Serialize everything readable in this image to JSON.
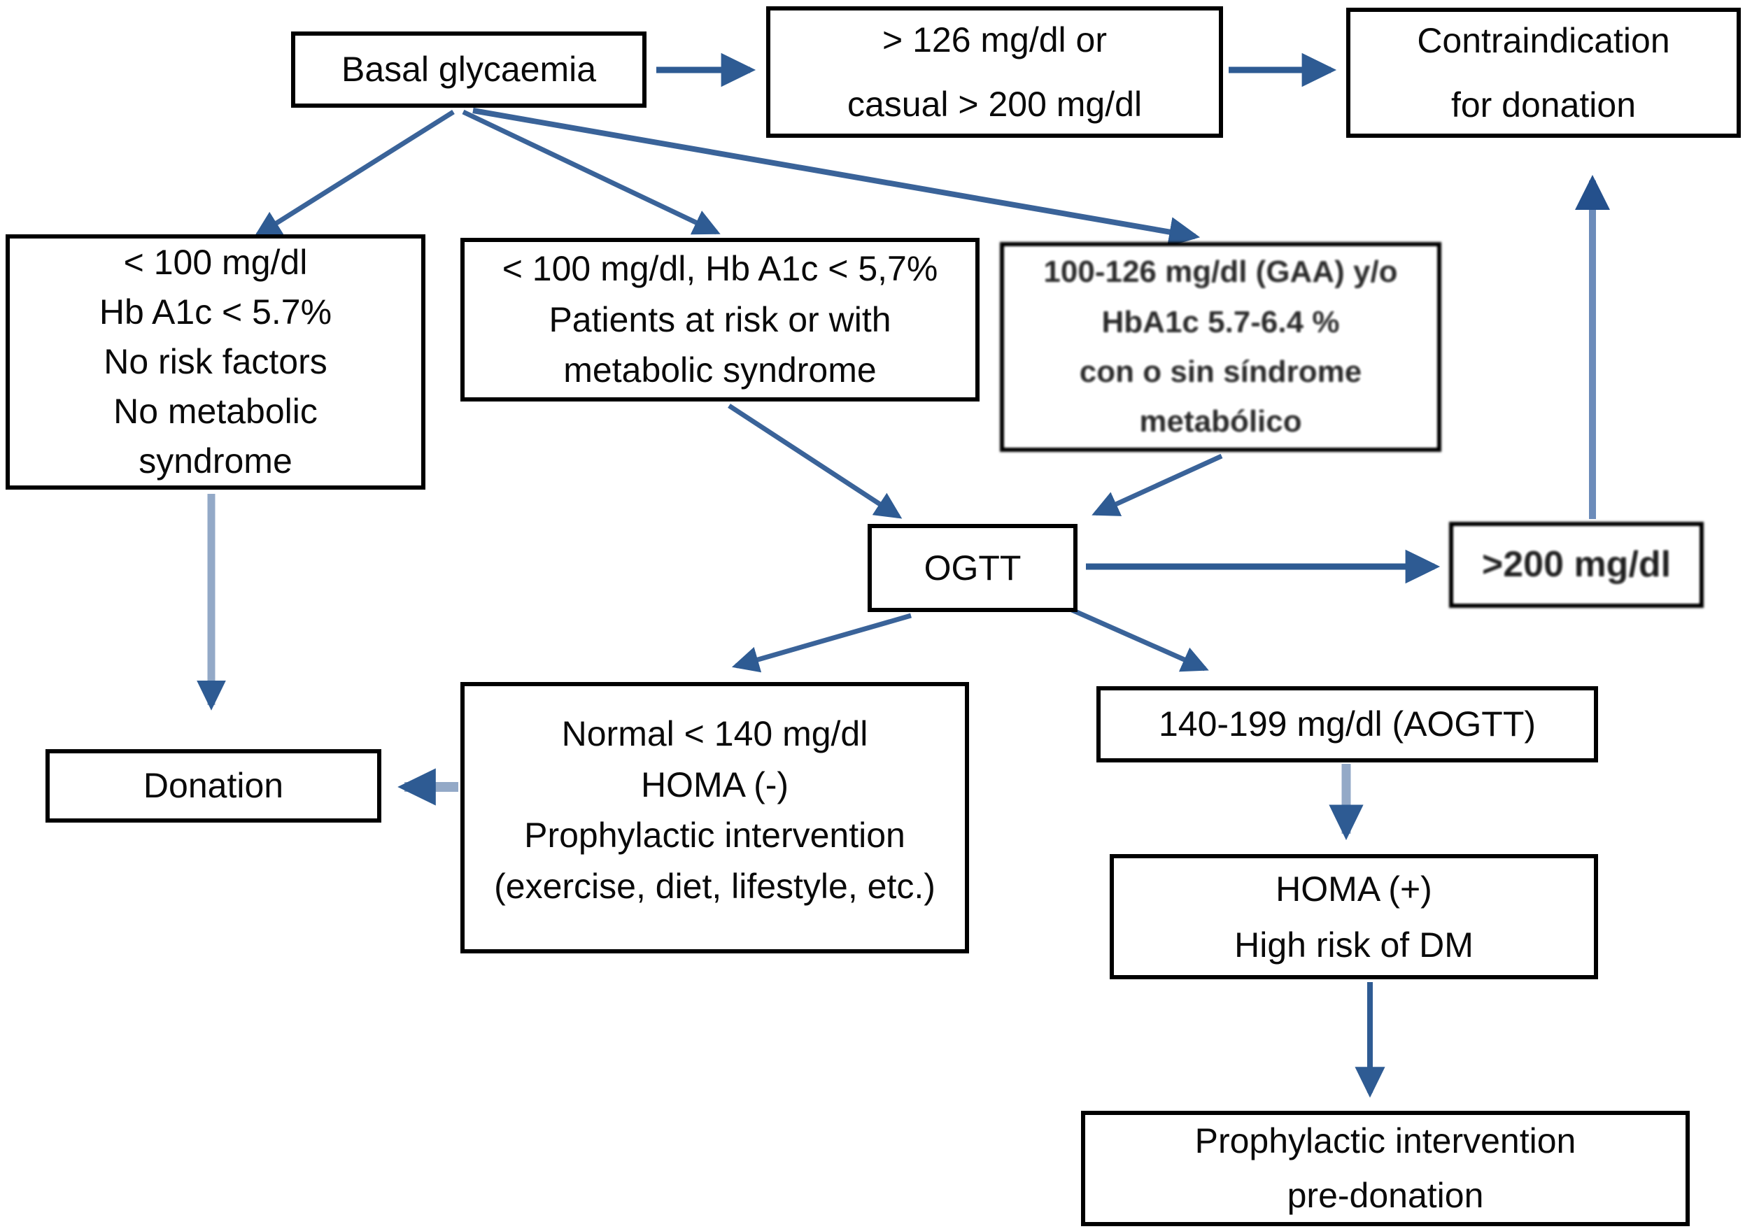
{
  "diagram": {
    "description": "Flowchart of basal glycaemia screening for donation eligibility",
    "colors": {
      "box_border": "#000000",
      "box_fill": "#ffffff",
      "arrow_dark": "#2e5b93",
      "arrow_light": "#93a9c7",
      "arrow_medium": "#6c8cba",
      "text": "#0a0a0a"
    },
    "nodes": {
      "basal": {
        "text": "Basal glycaemia"
      },
      "high_glycaemia": {
        "text": "> 126 mg/dl or\ncasual > 200 mg/dl"
      },
      "contraindication": {
        "text": "Contraindication\nfor donation"
      },
      "normal_no_risk": {
        "text": "< 100 mg/dl\nHb A1c < 5.7%\nNo risk factors\nNo metabolic\nsyndrome"
      },
      "normal_at_risk": {
        "text": "< 100 mg/dl, Hb A1c < 5,7%\nPatients at risk or with\nmetabolic syndrome"
      },
      "impaired": {
        "text": "100-126 mg/dl (GAA) y/o\nHbA1c 5.7-6.4 %\ncon o sin síndrome\nmetabólico"
      },
      "ogtt": {
        "text": "OGTT"
      },
      "gt200": {
        "text": ">200 mg/dl"
      },
      "donation": {
        "text": "Donation"
      },
      "normal_ogtt": {
        "text": "Normal < 140 mg/dl\nHOMA (-)\nProphylactic intervention\n(exercise, diet, lifestyle, etc.)"
      },
      "aogtt": {
        "text": "140-199 mg/dl (AOGTT)"
      },
      "homa_pos": {
        "text": "HOMA (+)\nHigh risk of DM"
      },
      "prophylactic": {
        "text": "Prophylactic intervention\npre-donation"
      }
    },
    "edges": [
      {
        "from": "basal",
        "to": "high_glycaemia",
        "style": "dark"
      },
      {
        "from": "high_glycaemia",
        "to": "contraindication",
        "style": "dark"
      },
      {
        "from": "basal",
        "to": "normal_no_risk",
        "style": "dark"
      },
      {
        "from": "basal",
        "to": "normal_at_risk",
        "style": "dark"
      },
      {
        "from": "basal",
        "to": "impaired",
        "style": "dark"
      },
      {
        "from": "normal_at_risk",
        "to": "ogtt",
        "style": "dark"
      },
      {
        "from": "impaired",
        "to": "ogtt",
        "style": "dark"
      },
      {
        "from": "ogtt",
        "to": "gt200",
        "style": "dark"
      },
      {
        "from": "gt200",
        "to": "contraindication",
        "style": "medium"
      },
      {
        "from": "ogtt",
        "to": "normal_ogtt",
        "style": "dark"
      },
      {
        "from": "ogtt",
        "to": "aogtt",
        "style": "dark"
      },
      {
        "from": "normal_no_risk",
        "to": "donation",
        "style": "light"
      },
      {
        "from": "normal_ogtt",
        "to": "donation",
        "style": "light"
      },
      {
        "from": "aogtt",
        "to": "homa_pos",
        "style": "light"
      },
      {
        "from": "homa_pos",
        "to": "prophylactic",
        "style": "dark"
      }
    ]
  }
}
